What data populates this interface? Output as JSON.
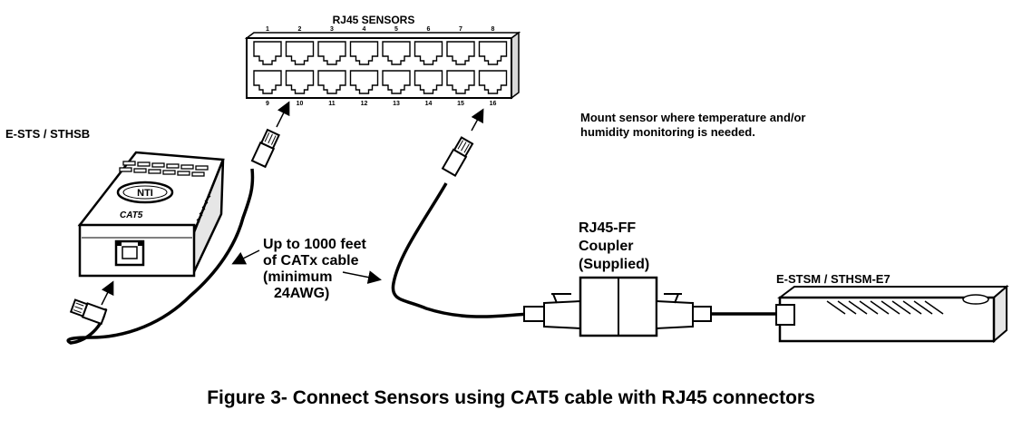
{
  "colors": {
    "line": "#000000",
    "fill": "#ffffff",
    "shade": "#d9d9d9"
  },
  "sensors_panel": {
    "title": "RJ45 SENSORS",
    "top_ports": [
      "1",
      "2",
      "3",
      "4",
      "5",
      "6",
      "7",
      "8"
    ],
    "bottom_ports": [
      "9",
      "10",
      "11",
      "12",
      "13",
      "14",
      "15",
      "16"
    ]
  },
  "base_unit": {
    "title": "E-STS / STHSB",
    "logo": "NTI",
    "port_label": "CAT5"
  },
  "cable_note": {
    "lines": [
      "Up to 1000 feet",
      "of CATx cable",
      "(minimum",
      "24AWG)"
    ]
  },
  "mount_note": {
    "lines": [
      "Mount sensor where temperature and/or",
      "humidity monitoring is needed."
    ]
  },
  "coupler": {
    "lines": [
      "RJ45-FF",
      "Coupler",
      "(Supplied)"
    ]
  },
  "sensor_unit": {
    "title": "E-STSM / STHSM-E7"
  },
  "caption": "Figure 3- Connect Sensors using CAT5 cable with RJ45 connectors",
  "icons": [
    "rj45-plug-icon",
    "arrow-icon"
  ]
}
